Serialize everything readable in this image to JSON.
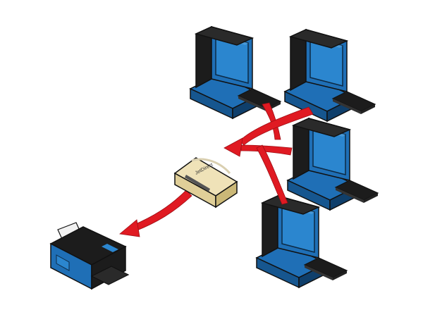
{
  "diagram": {
    "type": "network",
    "print_server_label": "JetDirect",
    "nodes": [
      {
        "id": "pc-1",
        "kind": "computer"
      },
      {
        "id": "pc-2",
        "kind": "computer"
      },
      {
        "id": "pc-3",
        "kind": "computer"
      },
      {
        "id": "pc-4",
        "kind": "computer"
      },
      {
        "id": "print-server",
        "kind": "print-server"
      },
      {
        "id": "printer",
        "kind": "printer"
      }
    ],
    "edges": [
      {
        "from": "pc-1",
        "to": "print-server"
      },
      {
        "from": "pc-2",
        "to": "print-server"
      },
      {
        "from": "pc-3",
        "to": "print-server"
      },
      {
        "from": "pc-4",
        "to": "print-server"
      },
      {
        "from": "print-server",
        "to": "printer"
      }
    ]
  },
  "colors": {
    "device_blue": "#1f6fb6",
    "screen_blue": "#2b86cf",
    "device_dark": "#1c1c1c",
    "arrow_red": "#e01a22",
    "server_beige": "#efe2b8",
    "paper": "#f2f2f2"
  },
  "icons": [
    "computer-icon",
    "print-server-icon",
    "printer-icon",
    "arrow-icon"
  ]
}
